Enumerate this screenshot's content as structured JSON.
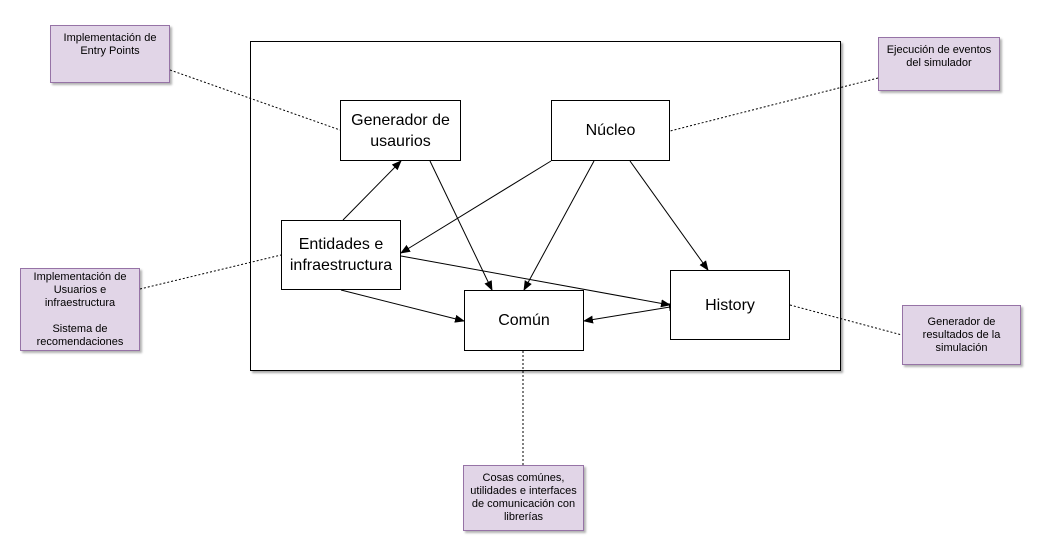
{
  "components": {
    "generador": "Generador de\nusaurios",
    "nucleo": "Núcleo",
    "entidades": "Entidades e\ninfraestructura",
    "comun": "Común",
    "history": "History"
  },
  "notes": {
    "entry_points": "Implementación de\nEntry Points",
    "eventos": "Ejecución de eventos\ndel simulador",
    "usuarios": "Implementación de\nUsuarios e\ninfraestructura\n\nSistema de\nrecomendaciones",
    "resultados": "Generador de\nresultados de la\nsimulación",
    "comunes": "Cosas comúnes,\nutilidades e interfaces\nde comunicación con\nlibrerías"
  }
}
